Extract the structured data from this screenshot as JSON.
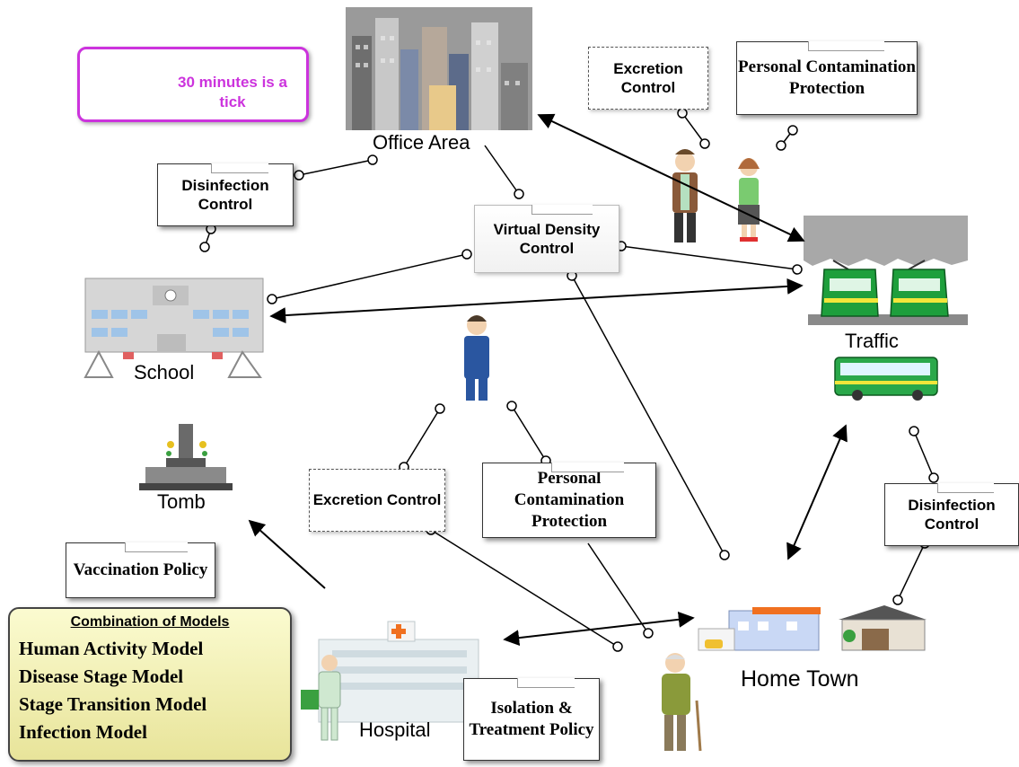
{
  "clock": {
    "caption": "30 minutes is a tick"
  },
  "places": {
    "office": "Office Area",
    "traffic": "Traffic",
    "school": "School",
    "tomb": "Tomb",
    "hospital": "Hospital",
    "home": "Home Town"
  },
  "boxes": {
    "excretion_top": "Excretion Control",
    "personal_top": "Personal Contamination Protection",
    "disinfection_left": "Disinfection Control",
    "virtual_density": "Virtual Density Control",
    "excretion_mid": "Excretion Control",
    "personal_mid": "Personal Contamination Protection",
    "disinfection_right": "Disinfection Control",
    "vaccination": "Vaccination Policy",
    "isolation": "Isolation & Treatment Policy"
  },
  "models": {
    "title": "Combination of Models",
    "items": [
      "Human Activity Model",
      "Disease Stage Model",
      "Stage Transition Model",
      "Infection Model"
    ]
  },
  "colors": {
    "accent": "#cc33dd",
    "models_fill": "#f4f1b8",
    "train": "#1e9f3c",
    "clock": "#6a86c8"
  }
}
